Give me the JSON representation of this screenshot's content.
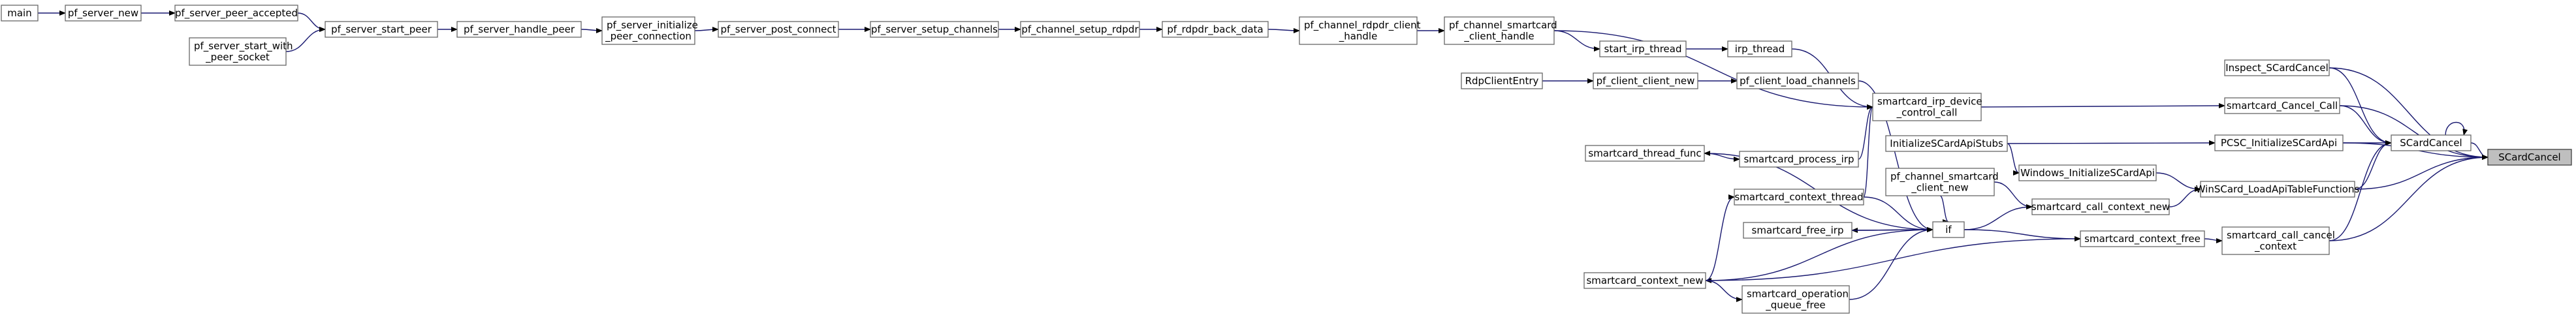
{
  "graph": {
    "nodes": [
      {
        "id": "main",
        "lines": [
          "main"
        ]
      },
      {
        "id": "pf_server_new",
        "lines": [
          "pf_server_new"
        ]
      },
      {
        "id": "pf_server_peer_accepted",
        "lines": [
          "pf_server_peer_accepted"
        ]
      },
      {
        "id": "pf_server_start_with_peer_socket",
        "lines": [
          "pf_server_start_with",
          "_peer_socket"
        ]
      },
      {
        "id": "pf_server_start_peer",
        "lines": [
          "pf_server_start_peer"
        ]
      },
      {
        "id": "pf_server_handle_peer",
        "lines": [
          "pf_server_handle_peer"
        ]
      },
      {
        "id": "pf_server_initialize_peer_connection",
        "lines": [
          "pf_server_initialize",
          "_peer_connection"
        ]
      },
      {
        "id": "pf_server_post_connect",
        "lines": [
          "pf_server_post_connect"
        ]
      },
      {
        "id": "pf_server_setup_channels",
        "lines": [
          "pf_server_setup_channels"
        ]
      },
      {
        "id": "pf_channel_setup_rdpdr",
        "lines": [
          "pf_channel_setup_rdpdr"
        ]
      },
      {
        "id": "pf_rdpdr_back_data",
        "lines": [
          "pf_rdpdr_back_data"
        ]
      },
      {
        "id": "pf_channel_rdpdr_client_handle",
        "lines": [
          "pf_channel_rdpdr_client",
          "_handle"
        ]
      },
      {
        "id": "pf_channel_smartcard_client_handle",
        "lines": [
          "pf_channel_smartcard",
          "_client_handle"
        ]
      },
      {
        "id": "start_irp_thread",
        "lines": [
          "start_irp_thread"
        ]
      },
      {
        "id": "irp_thread",
        "lines": [
          "irp_thread"
        ]
      },
      {
        "id": "RdpClientEntry",
        "lines": [
          "RdpClientEntry"
        ]
      },
      {
        "id": "pf_client_client_new",
        "lines": [
          "pf_client_client_new"
        ]
      },
      {
        "id": "pf_client_load_channels",
        "lines": [
          "pf_client_load_channels"
        ]
      },
      {
        "id": "smartcard_irp_device_control_call",
        "lines": [
          "smartcard_irp_device",
          "_control_call"
        ]
      },
      {
        "id": "smartcard_process_irp",
        "lines": [
          "smartcard_process_irp"
        ]
      },
      {
        "id": "smartcard_thread_func",
        "lines": [
          "smartcard_thread_func"
        ]
      },
      {
        "id": "InitializeSCardApiStubs",
        "lines": [
          "InitializeSCardApiStubs"
        ]
      },
      {
        "id": "pf_channel_smartcard_client_new",
        "lines": [
          "pf_channel_smartcard",
          "_client_new"
        ]
      },
      {
        "id": "smartcard_context_thread",
        "lines": [
          "smartcard_context_thread"
        ]
      },
      {
        "id": "smartcard_free_irp",
        "lines": [
          "smartcard_free_irp"
        ]
      },
      {
        "id": "if",
        "lines": [
          "if"
        ]
      },
      {
        "id": "smartcard_context_new",
        "lines": [
          "smartcard_context_new"
        ]
      },
      {
        "id": "smartcard_operation_queue_free",
        "lines": [
          "smartcard_operation",
          "_queue_free"
        ]
      },
      {
        "id": "Windows_InitializeSCardApi",
        "lines": [
          "Windows_InitializeSCardApi"
        ]
      },
      {
        "id": "smartcard_call_context_new",
        "lines": [
          "smartcard_call_context_new"
        ]
      },
      {
        "id": "smartcard_context_free",
        "lines": [
          "smartcard_context_free"
        ]
      },
      {
        "id": "Inspect_SCardCancel",
        "lines": [
          "Inspect_SCardCancel"
        ]
      },
      {
        "id": "smartcard_Cancel_Call",
        "lines": [
          "smartcard_Cancel_Call"
        ]
      },
      {
        "id": "PCSC_InitializeSCardApi",
        "lines": [
          "PCSC_InitializeSCardApi"
        ]
      },
      {
        "id": "WinSCard_LoadApiTableFunctions",
        "lines": [
          "WinSCard_LoadApiTableFunctions"
        ]
      },
      {
        "id": "smartcard_call_cancel_context",
        "lines": [
          "smartcard_call_cancel",
          "_context"
        ]
      },
      {
        "id": "SCardCancel_mid",
        "lines": [
          "SCardCancel"
        ]
      },
      {
        "id": "SCardCancel_root",
        "lines": [
          "SCardCancel"
        ],
        "root": true
      }
    ],
    "edges": [
      [
        "main",
        "pf_server_new"
      ],
      [
        "pf_server_new",
        "pf_server_peer_accepted"
      ],
      [
        "pf_server_peer_accepted",
        "pf_server_start_peer"
      ],
      [
        "pf_server_start_with_peer_socket",
        "pf_server_start_peer"
      ],
      [
        "pf_server_start_peer",
        "pf_server_handle_peer"
      ],
      [
        "pf_server_handle_peer",
        "pf_server_initialize_peer_connection"
      ],
      [
        "pf_server_initialize_peer_connection",
        "pf_server_post_connect"
      ],
      [
        "pf_server_post_connect",
        "pf_server_setup_channels"
      ],
      [
        "pf_server_setup_channels",
        "pf_channel_setup_rdpdr"
      ],
      [
        "pf_channel_setup_rdpdr",
        "pf_rdpdr_back_data"
      ],
      [
        "pf_rdpdr_back_data",
        "pf_channel_rdpdr_client_handle"
      ],
      [
        "pf_channel_rdpdr_client_handle",
        "pf_channel_smartcard_client_handle"
      ],
      [
        "pf_channel_smartcard_client_handle",
        "start_irp_thread"
      ],
      [
        "pf_channel_smartcard_client_handle",
        "smartcard_irp_device_control_call"
      ],
      [
        "start_irp_thread",
        "irp_thread"
      ],
      [
        "irp_thread",
        "smartcard_irp_device_control_call"
      ],
      [
        "RdpClientEntry",
        "pf_client_client_new"
      ],
      [
        "pf_client_client_new",
        "pf_client_load_channels"
      ],
      [
        "pf_client_load_channels",
        "if"
      ],
      [
        "smartcard_process_irp",
        "smartcard_irp_device_control_call"
      ],
      [
        "smartcard_thread_func",
        "smartcard_process_irp"
      ],
      [
        "smartcard_context_thread",
        "smartcard_irp_device_control_call"
      ],
      [
        "if",
        "smartcard_thread_func"
      ],
      [
        "if",
        "smartcard_free_irp"
      ],
      [
        "if",
        "smartcard_context_new"
      ],
      [
        "smartcard_context_new",
        "smartcard_context_thread"
      ],
      [
        "smartcard_context_new",
        "smartcard_operation_queue_free"
      ],
      [
        "smartcard_context_new",
        "smartcard_context_free"
      ],
      [
        "smartcard_operation_queue_free",
        "if"
      ],
      [
        "smartcard_free_irp",
        "if"
      ],
      [
        "smartcard_context_thread",
        "if"
      ],
      [
        "pf_channel_smartcard_client_new",
        "if"
      ],
      [
        "InitializeSCardApiStubs",
        "Windows_InitializeSCardApi"
      ],
      [
        "pf_channel_smartcard_client_new",
        "smartcard_call_context_new"
      ],
      [
        "if",
        "smartcard_call_context_new"
      ],
      [
        "if",
        "smartcard_context_free"
      ],
      [
        "smartcard_call_context_new",
        "WinSCard_LoadApiTableFunctions"
      ],
      [
        "Windows_InitializeSCardApi",
        "WinSCard_LoadApiTableFunctions"
      ],
      [
        "smartcard_context_free",
        "smartcard_call_cancel_context"
      ],
      [
        "smartcard_irp_device_control_call",
        "smartcard_Cancel_Call"
      ],
      [
        "InitializeSCardApiStubs",
        "PCSC_InitializeSCardApi"
      ],
      [
        "Inspect_SCardCancel",
        "SCardCancel_mid"
      ],
      [
        "smartcard_Cancel_Call",
        "SCardCancel_mid"
      ],
      [
        "PCSC_InitializeSCardApi",
        "SCardCancel_mid"
      ],
      [
        "WinSCard_LoadApiTableFunctions",
        "SCardCancel_mid"
      ],
      [
        "smartcard_call_cancel_context",
        "SCardCancel_mid"
      ],
      [
        "SCardCancel_mid",
        "SCardCancel_mid"
      ],
      [
        "Inspect_SCardCancel",
        "SCardCancel_root"
      ],
      [
        "smartcard_Cancel_Call",
        "SCardCancel_root"
      ],
      [
        "PCSC_InitializeSCardApi",
        "SCardCancel_root"
      ],
      [
        "WinSCard_LoadApiTableFunctions",
        "SCardCancel_root"
      ],
      [
        "smartcard_call_cancel_context",
        "SCardCancel_root"
      ],
      [
        "SCardCancel_mid",
        "SCardCancel_root"
      ]
    ]
  }
}
